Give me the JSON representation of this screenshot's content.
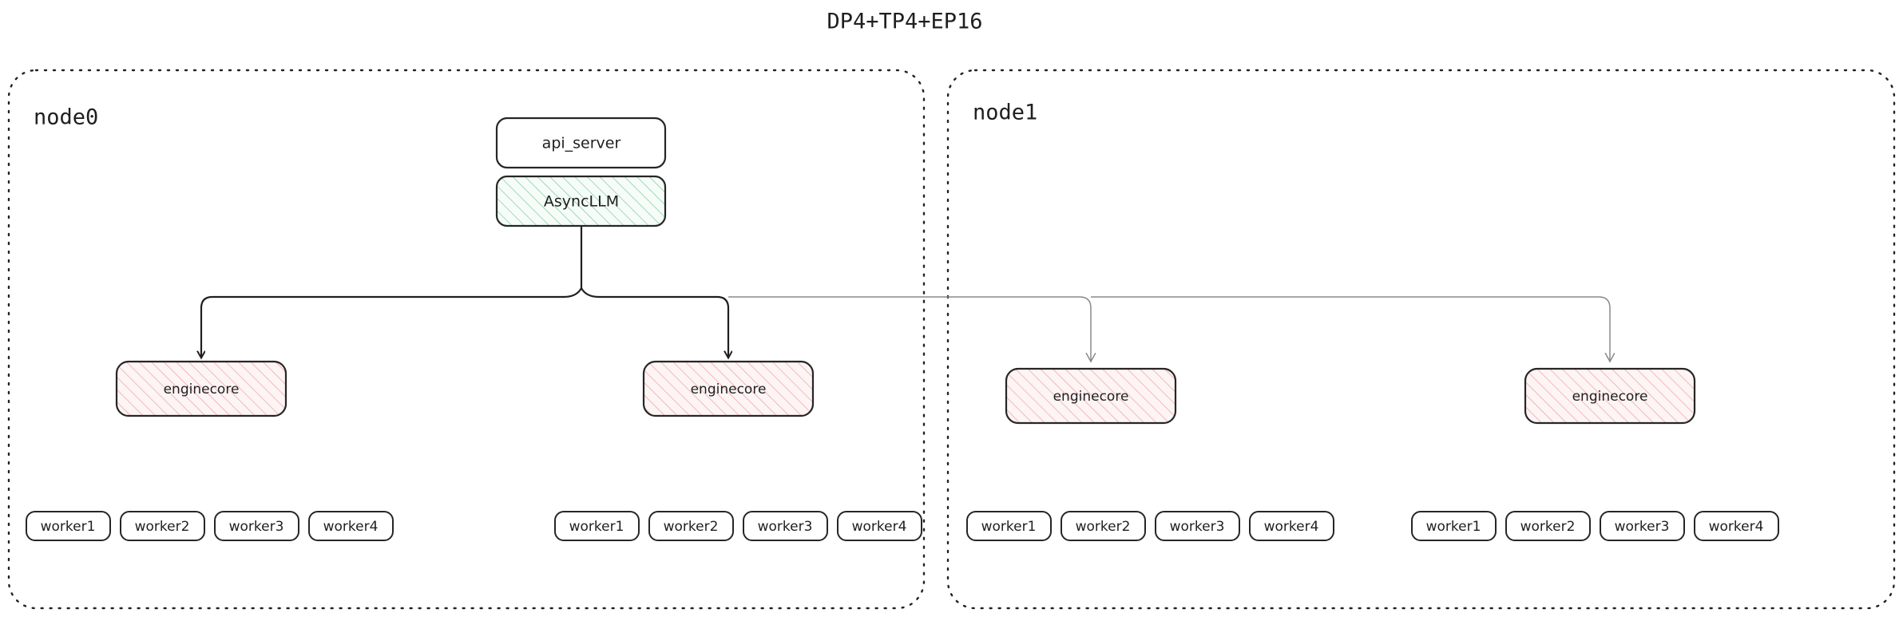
{
  "title": "DP4+TP4+EP16",
  "colors": {
    "background": "#ffffff",
    "text": "#1f1f1f",
    "box_stroke": "#262626",
    "container_stroke": "#222222",
    "hatch_green": "#7ec99a",
    "hatch_green_bg": "#f6fdf8",
    "hatch_pink": "#efa1a1",
    "hatch_pink_bg": "#fdf4f4",
    "edge_dark": "#1f1f1f",
    "edge_light": "#8a8a8a"
  },
  "nodes": [
    {
      "id": "node0",
      "label": "node0",
      "top_boxes": [
        {
          "id": "api_server",
          "label": "api_server",
          "style": "plain"
        },
        {
          "id": "asyncllm",
          "label": "AsyncLLM",
          "style": "hatch-green"
        }
      ],
      "enginecores": [
        {
          "id": "node0-engine0",
          "label": "enginecore",
          "style": "hatch-pink",
          "workers": [
            "worker1",
            "worker2",
            "worker3",
            "worker4"
          ]
        },
        {
          "id": "node0-engine1",
          "label": "enginecore",
          "style": "hatch-pink",
          "workers": [
            "worker1",
            "worker2",
            "worker3",
            "worker4"
          ]
        }
      ]
    },
    {
      "id": "node1",
      "label": "node1",
      "top_boxes": [],
      "enginecores": [
        {
          "id": "node1-engine0",
          "label": "enginecore",
          "style": "hatch-pink",
          "workers": [
            "worker1",
            "worker2",
            "worker3",
            "worker4"
          ]
        },
        {
          "id": "node1-engine1",
          "label": "enginecore",
          "style": "hatch-pink",
          "workers": [
            "worker1",
            "worker2",
            "worker3",
            "worker4"
          ]
        }
      ]
    }
  ],
  "edges": [
    {
      "from": "asyncllm",
      "to": "node0-engine0",
      "style": "dark",
      "arrow": true
    },
    {
      "from": "asyncllm",
      "to": "node0-engine1",
      "style": "dark",
      "arrow": true
    },
    {
      "from": "asyncllm",
      "to": "node1-engine0",
      "style": "light",
      "arrow": true
    },
    {
      "from": "asyncllm",
      "to": "node1-engine1",
      "style": "light",
      "arrow": true
    }
  ]
}
